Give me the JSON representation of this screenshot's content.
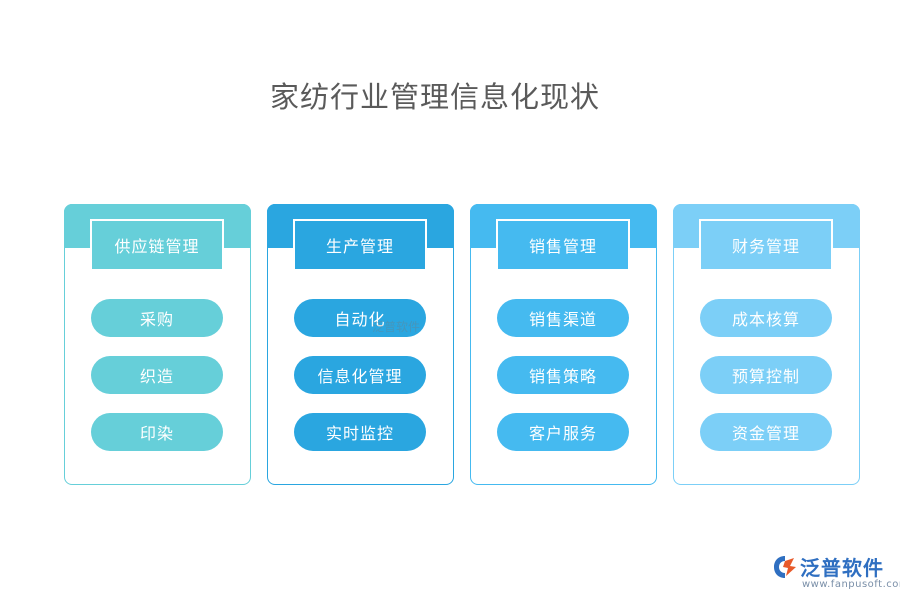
{
  "title": "家纺行业管理信息化现状",
  "cards": [
    {
      "header": "供应链管理",
      "color": "#66cfd9",
      "items": [
        "采购",
        "织造",
        "印染"
      ]
    },
    {
      "header": "生产管理",
      "color": "#2aa6e0",
      "items": [
        "自动化",
        "信息化管理",
        "实时监控"
      ]
    },
    {
      "header": "销售管理",
      "color": "#45baf0",
      "items": [
        "销售渠道",
        "销售策略",
        "客户服务"
      ]
    },
    {
      "header": "财务管理",
      "color": "#7ccff7",
      "items": [
        "成本核算",
        "预算控制",
        "资金管理"
      ]
    }
  ],
  "watermark": "泛普软件",
  "brand": {
    "name": "泛普软件",
    "url": "www.fanpusoft.com",
    "logo_icon": "fanpu-logo-icon",
    "colors": {
      "primary": "#2f6fc1",
      "accent": "#e85a2a"
    }
  }
}
